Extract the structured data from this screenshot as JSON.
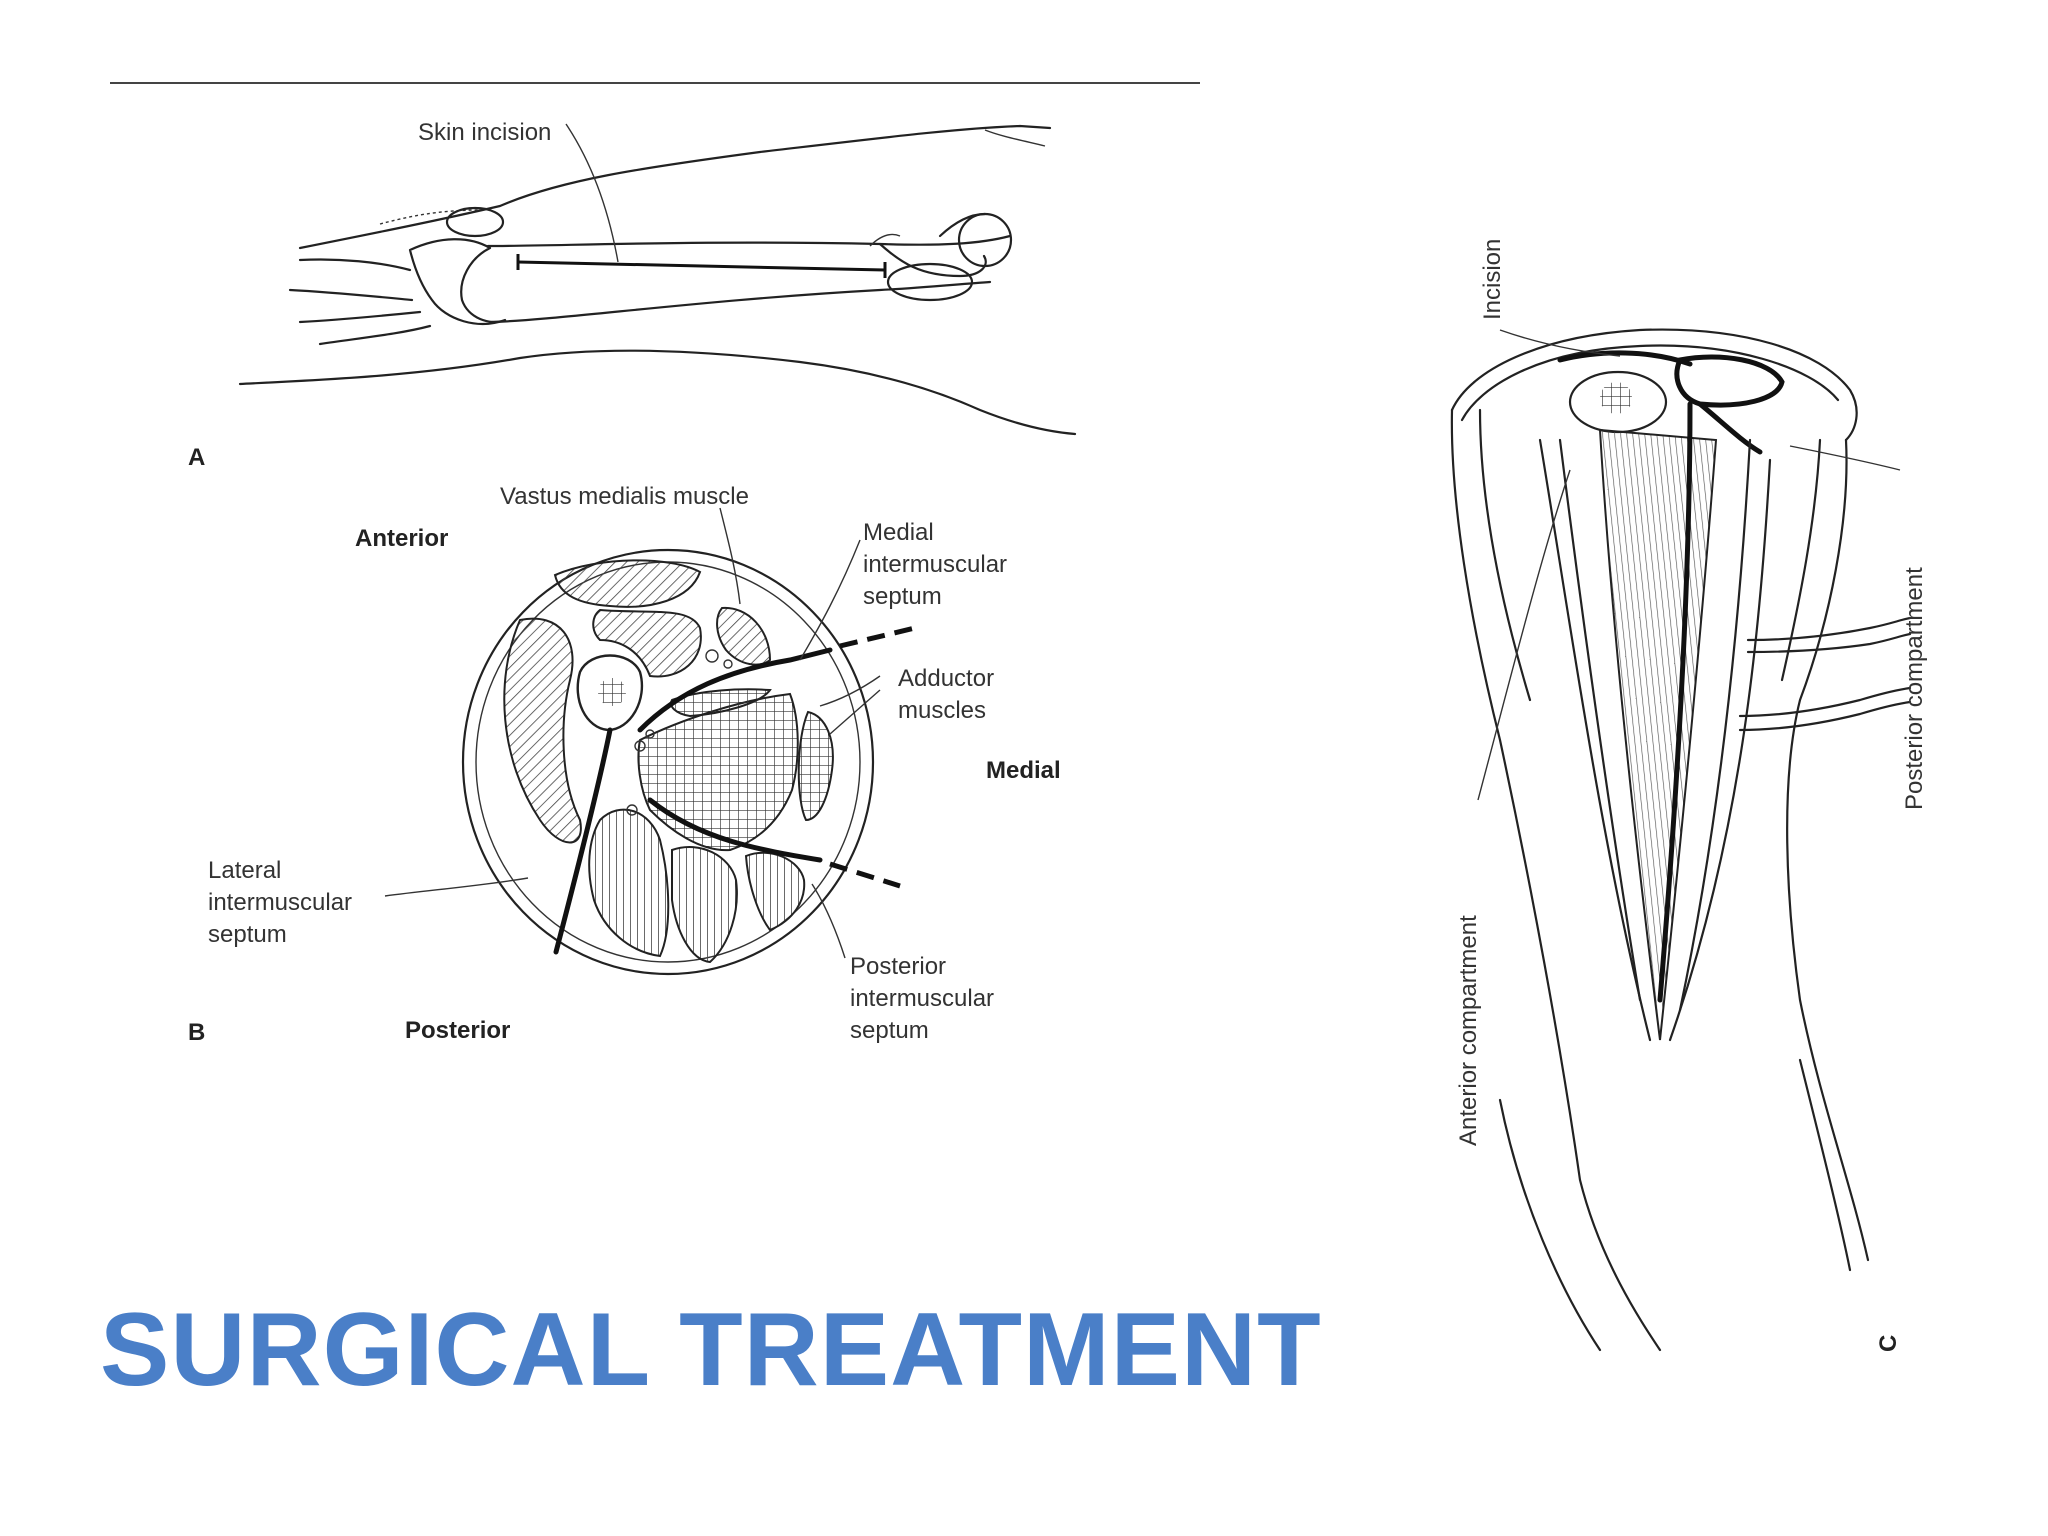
{
  "slide": {
    "title": "SURGICAL TREATMENT",
    "title_color": "#4a7fc8"
  },
  "panel_a": {
    "letter": "A",
    "labels": {
      "skin_incision": "Skin incision"
    }
  },
  "panel_b": {
    "letter": "B",
    "labels": {
      "vastus_medialis": "Vastus medialis muscle",
      "anterior": "Anterior",
      "medial_septum": [
        "Medial",
        "intermuscular",
        "septum"
      ],
      "adductor": [
        "Adductor",
        "muscles"
      ],
      "medial": "Medial",
      "lateral_septum": [
        "Lateral",
        "intermuscular",
        "septum"
      ],
      "posterior": "Posterior",
      "posterior_septum": [
        "Posterior",
        "intermuscular",
        "septum"
      ]
    }
  },
  "panel_c": {
    "letter": "C",
    "labels": {
      "incision": "Incision",
      "anterior_compartment": "Anterior compartment",
      "posterior_compartment": "Posterior compartment"
    }
  }
}
